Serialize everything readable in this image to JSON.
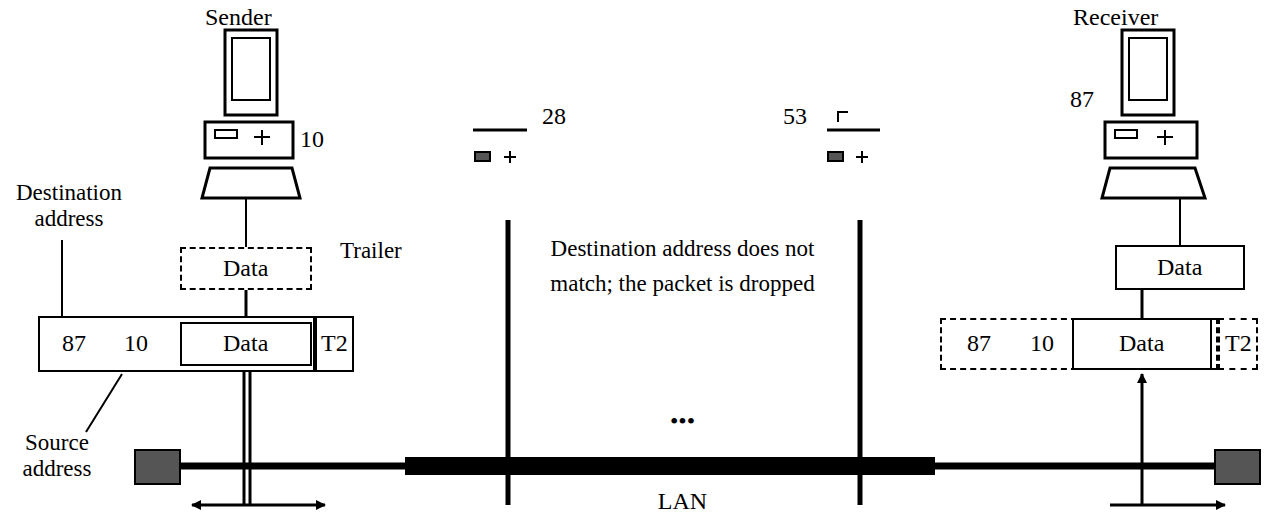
{
  "diagram": {
    "nodes": [
      {
        "text": [
          "Data"
        ]
      },
      {
        "text": [
          "87",
          "10"
        ]
      },
      {
        "text": [
          "Data"
        ],
        "in": 1
      },
      {
        "text": [
          "T2"
        ]
      },
      {
        "text": [
          "Data"
        ]
      },
      {
        "text": [
          "87",
          "10"
        ]
      },
      {
        "text": [
          "Data"
        ],
        "in": 5
      },
      {
        "text": [
          "T2"
        ]
      }
    ],
    "edges": [
      {
        "from": 0,
        "to": 2,
        "arrow": "none"
      },
      {
        "from": 6,
        "to": 4,
        "arrow": "none"
      }
    ],
    "labels": [
      "Sender",
      "10",
      "Destination address",
      "Trailer",
      "Source address",
      "28",
      "53",
      "Destination address does not match; the packet is dropped",
      "•••",
      "LAN",
      "Receiver",
      "87"
    ]
  }
}
